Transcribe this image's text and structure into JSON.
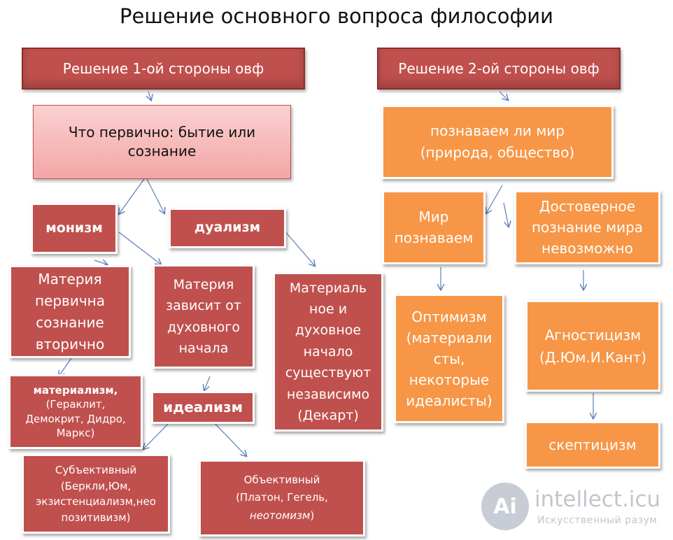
{
  "title": "Решение основного вопроса философии",
  "left": {
    "header": "Решение 1-ой стороны овф",
    "question": "Что первично: бытие или\nсознание",
    "monism": "монизм",
    "dualism": "дуализм",
    "matter_primary": "Материя\nпервична\nсознание\nвторично",
    "matter_depends": "Материя\nзависит от\nдуховного\nначала",
    "dualism_desc": "Материаль\nное и\nдуховное\nначало\nсуществуют\nнезависимо\n(Декарт)",
    "materialism_title": "материализм,",
    "materialism_names": "(Гераклит,\nДемокрит, Дидро,\nМаркс)",
    "idealism": "идеализм",
    "subjective": "Субъективный\n(Беркли,Юм,\nэкзистенциализм,нео\nпозитивизм)",
    "objective_title": "Объективный",
    "objective_names": "(Платон, Гегель,",
    "objective_italic": "неотомизм",
    "objective_close": ")"
  },
  "right": {
    "header": "Решение 2-ой стороны овф",
    "question": "познаваем ли мир\n(природа, общество)",
    "knowable": "Мир\nпознаваем",
    "unknowable": "Достоверное\nпознание мира\nневозможно",
    "optimism": "Оптимизм\n(материали\nсты,\nнекоторые\nидеалисты)",
    "agnosticism": "Агностицизм\n(Д.Юм.И.Кант)",
    "skepticism": "скептицизм"
  },
  "watermark": {
    "logo": "Ai",
    "name": "intellect.icu",
    "sub": "Искусственный разум"
  }
}
